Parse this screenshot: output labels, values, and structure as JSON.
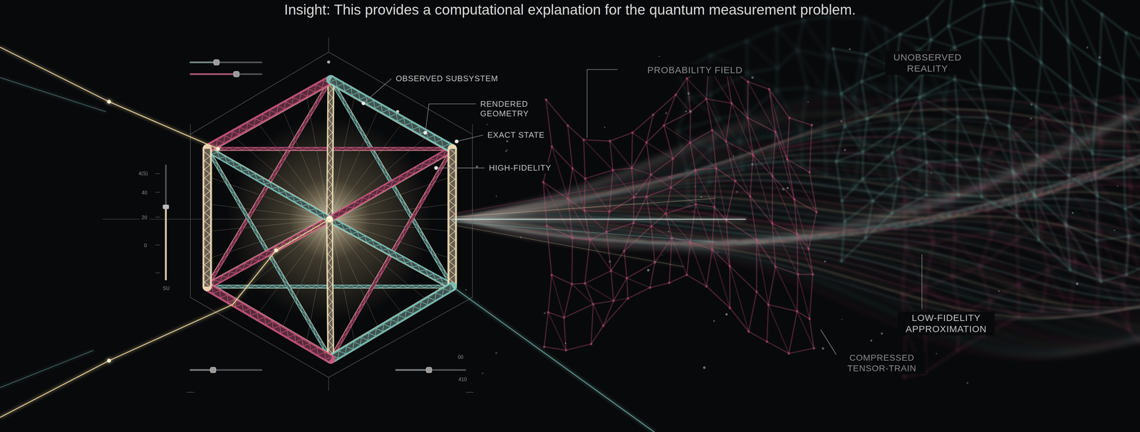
{
  "diagram": {
    "title": "Insight: This provides a computational explanation for the quantum measurement problem.",
    "labels": [
      "OBSERVED SUBSYSTEM",
      "RENDERED GEOMETRY",
      "EXACT STATE",
      "HIGH-FIDELITY",
      "PROBABILITY FIELD",
      "UNOBSERVED REALITY",
      "LOW-FIDELITY APPROXIMATION",
      "COMPRESSED TENSOR-TRAIN",
      "4(S)",
      "40",
      "20",
      "0",
      "SU",
      "00",
      "410"
    ]
  }
}
